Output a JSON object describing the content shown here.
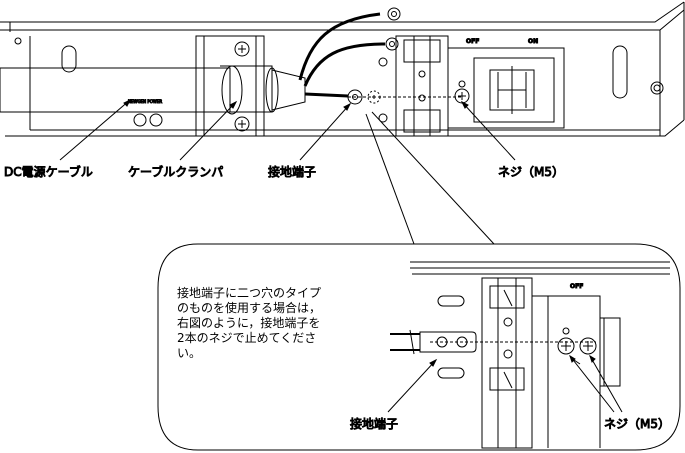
{
  "labels": {
    "dc_power_cable": "DC電源ケーブル",
    "cable_clamper": "ケーブルクランパ",
    "ground_terminal_top": "接地端子",
    "screw_top": "ネジ（M5）",
    "ground_terminal_detail": "接地端子",
    "screw_detail": "ネジ（M5）",
    "switch_off": "OFF",
    "switch_on": "ON",
    "detail_off": "OFF",
    "cable_print": "NEWGEN POWER"
  },
  "note": {
    "text": "接地端子に二つ穴のタイプ\nのものを使用する場合は，\n右図のように，接地端子を\n2本のネジで止めてくださ\nい。"
  },
  "colors": {
    "line": "#000000",
    "background": "#ffffff"
  }
}
